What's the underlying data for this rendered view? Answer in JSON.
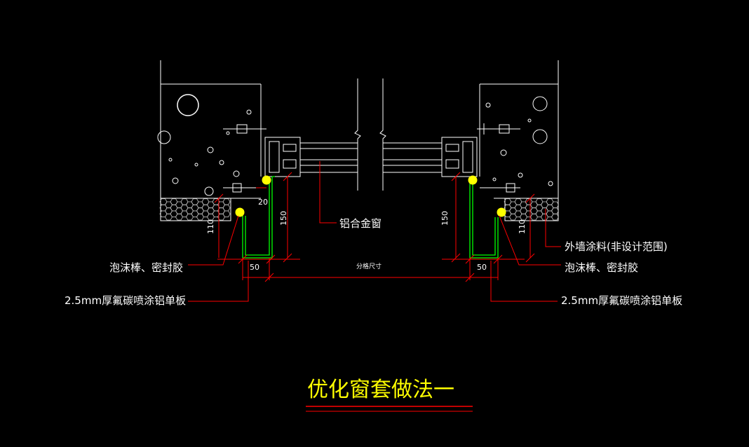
{
  "colors": {
    "background": "#000000",
    "wall": "#ffffff",
    "window_frame": "#ffffff",
    "flashing": "#00ff00",
    "sealant": "#ffff00",
    "leader": "#ff0000",
    "dimension": "#ff0000",
    "label": "#ffffff",
    "title": "#ffff00",
    "title_rule": "#ff0000"
  },
  "drawing": {
    "title": "优化窗套做法一",
    "window_label": "铝合金窗",
    "split_dim_label": "分格尺寸",
    "left": {
      "seal_label": "泡沫棒、密封胶",
      "panel_label": "2.5mm厚氟碳喷涂铝单板",
      "dims": {
        "d20": "20",
        "d150": "150",
        "d110": "110",
        "d50": "50"
      }
    },
    "right": {
      "coating_label": "外墙涂料(非设计范围)",
      "seal_label": "泡沫棒、密封胶",
      "panel_label": "2.5mm厚氟碳喷涂铝单板",
      "dims": {
        "d150": "150",
        "d110": "110",
        "d50": "50"
      }
    }
  }
}
